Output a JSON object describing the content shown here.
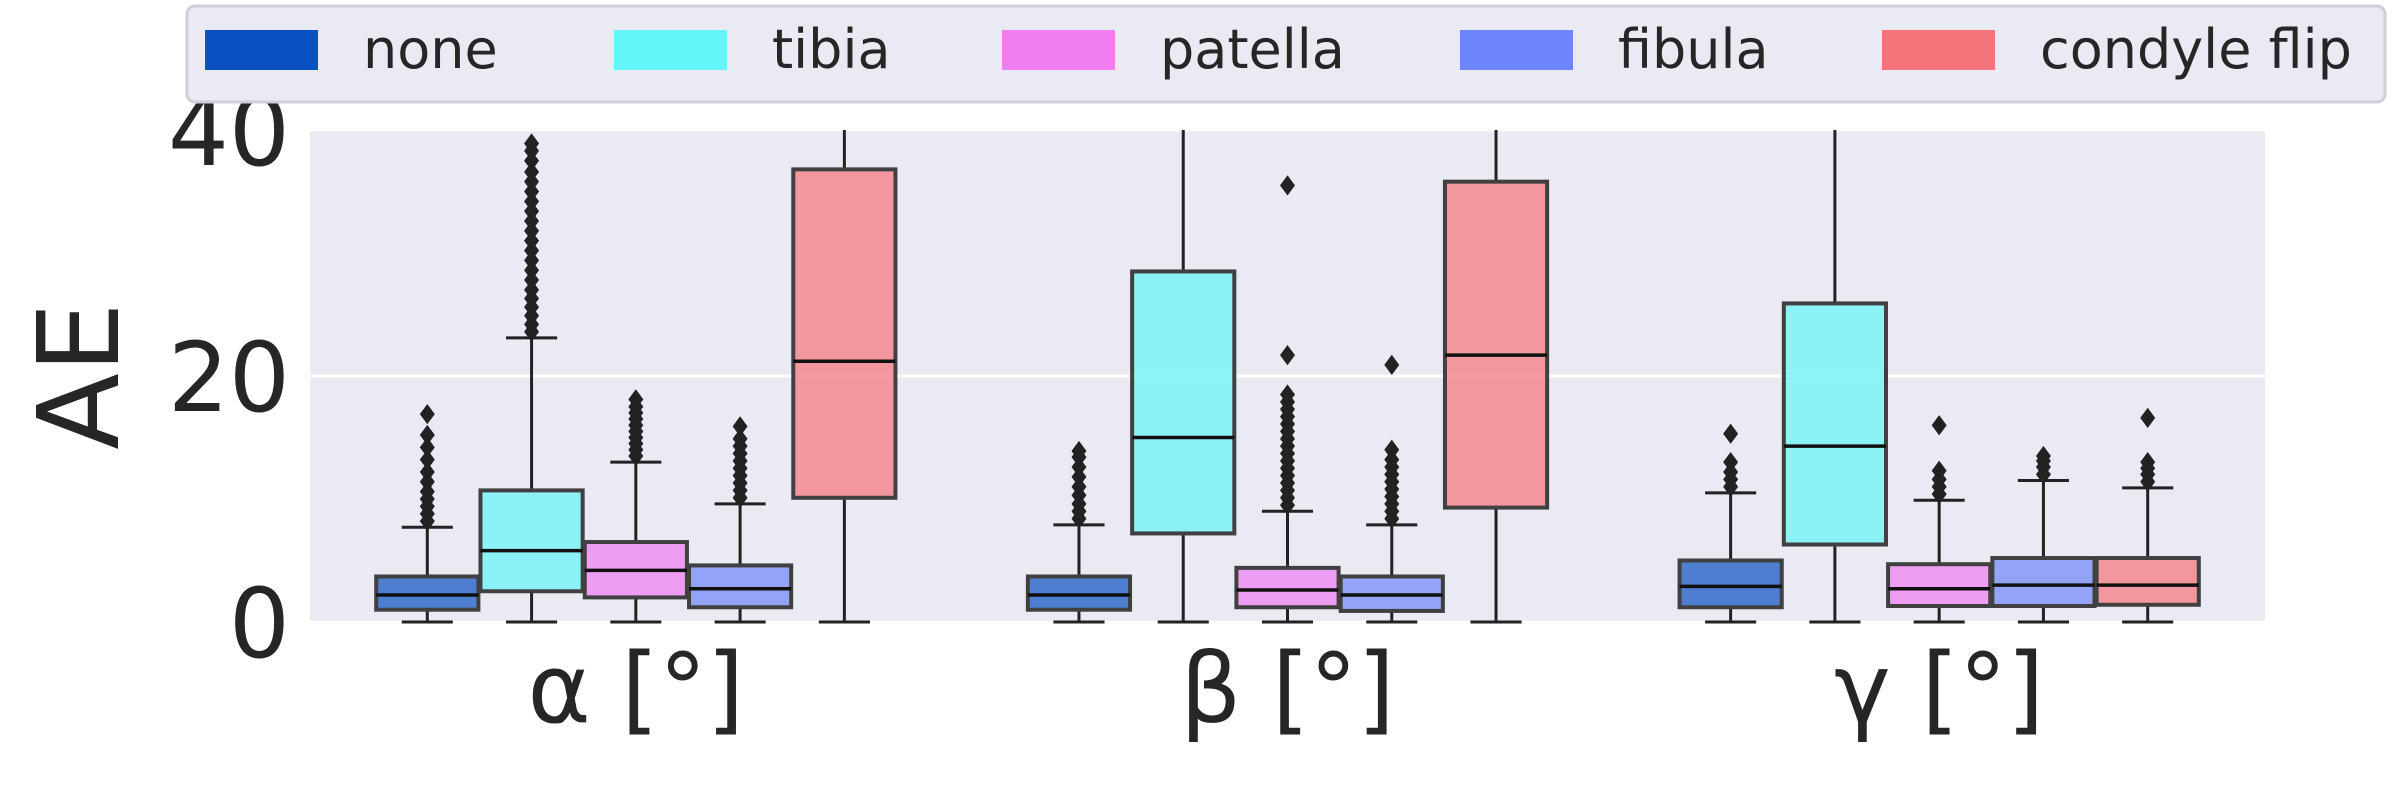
{
  "chart_data": {
    "type": "box",
    "ylabel": "AE",
    "ylim": [
      0,
      40
    ],
    "yticks": [
      0,
      20,
      40
    ],
    "grid": true,
    "legend_position": "top",
    "categories": [
      "α [°]",
      "β [°]",
      "γ [°]"
    ],
    "series": [
      {
        "name": "none",
        "color": "#0a50c0",
        "boxes": [
          {
            "whislo": 0,
            "q1": 1.0,
            "med": 2.2,
            "q3": 3.7,
            "whishi": 7.7,
            "fliers": [
              8.2,
              8.8,
              9.4,
              10.0,
              10.6,
              11.4,
              12.2,
              13.2,
              14.2,
              15.2,
              16.9
            ]
          },
          {
            "whislo": 0,
            "q1": 1.0,
            "med": 2.2,
            "q3": 3.7,
            "whishi": 7.9,
            "fliers": [
              8.4,
              9.0,
              9.6,
              10.3,
              11.0,
              11.8,
              12.6,
              13.4,
              13.9
            ]
          },
          {
            "whislo": 0,
            "q1": 1.2,
            "med": 2.9,
            "q3": 5.0,
            "whishi": 10.5,
            "fliers": [
              11.0,
              11.6,
              12.2,
              13.0,
              15.3
            ]
          }
        ]
      },
      {
        "name": "tibia",
        "color": "#63f5f8",
        "boxes": [
          {
            "whislo": 0,
            "q1": 2.5,
            "med": 5.8,
            "q3": 10.7,
            "whishi": 23.1,
            "fliers": [
              23.6,
              24.2,
              24.9,
              25.6,
              26.3,
              27.0,
              27.8,
              28.6,
              29.4,
              30.2,
              31.0,
              31.8,
              32.6,
              33.4,
              34.2,
              35.0,
              35.8,
              36.6,
              37.5,
              38.3,
              38.9
            ]
          },
          {
            "whislo": 0,
            "q1": 7.2,
            "med": 15.0,
            "q3": 28.5,
            "whishi": 40,
            "fliers": []
          },
          {
            "whislo": 0,
            "q1": 6.3,
            "med": 14.3,
            "q3": 25.9,
            "whishi": 40,
            "fliers": []
          }
        ]
      },
      {
        "name": "patella",
        "color": "#f07ef2",
        "boxes": [
          {
            "whislo": 0,
            "q1": 2.0,
            "med": 4.2,
            "q3": 6.5,
            "whishi": 13.0,
            "fliers": [
              13.5,
              14.0,
              14.5,
              15.0,
              15.5,
              16.0,
              16.5,
              17.0,
              17.5,
              18.1
            ]
          },
          {
            "whislo": 0,
            "q1": 1.2,
            "med": 2.6,
            "q3": 4.4,
            "whishi": 9.0,
            "fliers": [
              9.5,
              10.1,
              10.7,
              11.3,
              11.9,
              12.5,
              13.1,
              13.7,
              14.3,
              14.9,
              15.5,
              16.1,
              16.7,
              17.3,
              17.9,
              18.5,
              21.7,
              35.5
            ]
          },
          {
            "whislo": 0,
            "q1": 1.3,
            "med": 2.7,
            "q3": 4.7,
            "whishi": 9.9,
            "fliers": [
              10.4,
              11.0,
              11.6,
              12.3,
              16.0
            ]
          }
        ]
      },
      {
        "name": "fibula",
        "color": "#6e84fa",
        "boxes": [
          {
            "whislo": 0,
            "q1": 1.2,
            "med": 2.7,
            "q3": 4.6,
            "whishi": 9.6,
            "fliers": [
              10.1,
              10.7,
              11.3,
              11.9,
              12.5,
              13.1,
              13.7,
              14.3,
              14.9,
              15.9
            ]
          },
          {
            "whislo": 0,
            "q1": 0.9,
            "med": 2.2,
            "q3": 3.7,
            "whishi": 7.9,
            "fliers": [
              8.4,
              9.0,
              9.6,
              10.2,
              10.8,
              11.4,
              12.0,
              12.6,
              13.2,
              14.0,
              20.9
            ]
          },
          {
            "whislo": 0,
            "q1": 1.3,
            "med": 3.0,
            "q3": 5.2,
            "whishi": 11.5,
            "fliers": [
              12.0,
              12.6,
              13.1,
              13.5
            ]
          }
        ]
      },
      {
        "name": "condyle flip",
        "color": "#f5737a",
        "boxes": [
          {
            "whislo": 0,
            "q1": 10.1,
            "med": 21.2,
            "q3": 36.8,
            "whishi": 40,
            "fliers": []
          },
          {
            "whislo": 0,
            "q1": 9.3,
            "med": 21.7,
            "q3": 35.8,
            "whishi": 40,
            "fliers": []
          },
          {
            "whislo": 0,
            "q1": 1.4,
            "med": 3.0,
            "q3": 5.2,
            "whishi": 10.9,
            "fliers": [
              11.4,
              12.0,
              12.5,
              13.0,
              16.6
            ]
          }
        ]
      }
    ]
  }
}
